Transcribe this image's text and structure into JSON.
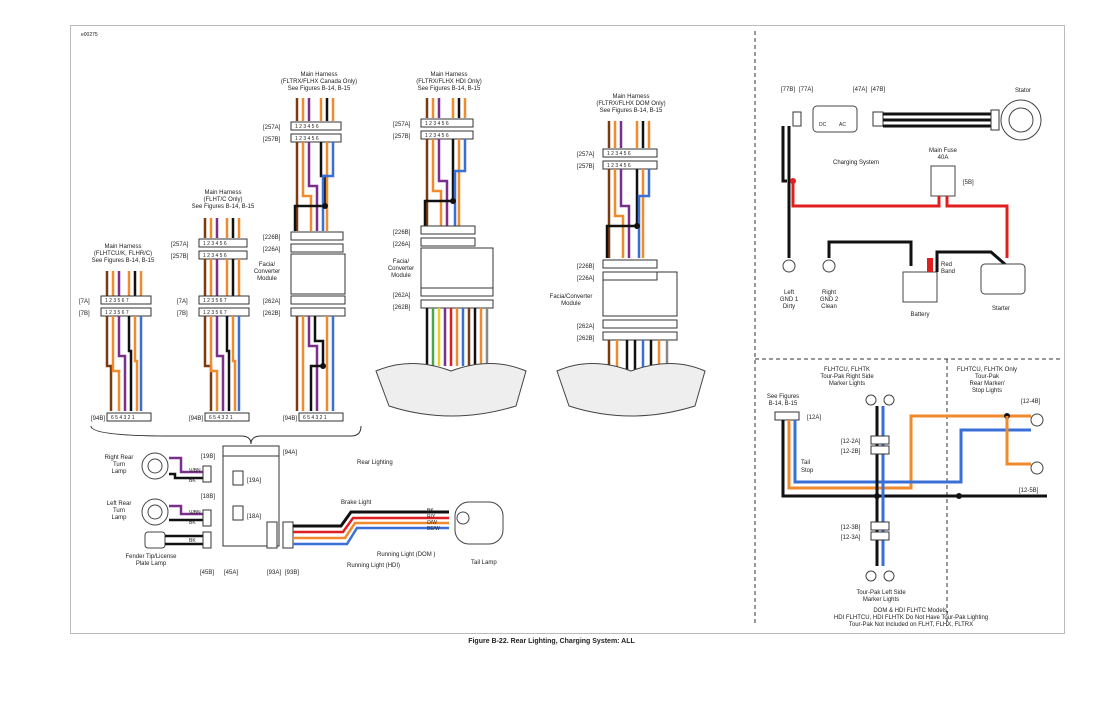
{
  "figure_id": "e00275",
  "caption": "Figure B-22. Rear Lighting, Charging System: ALL",
  "colors": {
    "black": "#111111",
    "orange": "#f08a2c",
    "brown": "#7a3b10",
    "violet": "#7a2f8a",
    "blue": "#3a6fd8",
    "red": "#e02020",
    "green": "#4aa84a",
    "yellow": "#e8d020",
    "white": "#ffffff",
    "gray": "#888888"
  },
  "harness_groups": [
    {
      "title_lines": [
        "Main Harness",
        "(FLHTCU/K, FLHR/C)",
        "See Figures B-14, B-15"
      ],
      "connectors": [
        "[7A]",
        "[7B]",
        "[94B]"
      ],
      "pins_top": "1 2 3   5 6 7",
      "pins_bottom": "6 5 4 3 2 1"
    },
    {
      "title_lines": [
        "Main Harness",
        "(FLHT/C Only)",
        "See Figures B-14, B-15"
      ],
      "connectors": [
        "[257A]",
        "[257B]",
        "[7A]",
        "[7B]",
        "[94B]"
      ],
      "pins_top": "1 2 3   4 5 6",
      "pins_bottom": "6 5 4 3 2 1"
    },
    {
      "title_lines": [
        "Main Harness",
        "(FLTRX/FLHX Canada Only)",
        "See Figures B-14, B-15"
      ],
      "connectors": [
        "[257A]",
        "[257B]",
        "[226B]",
        "[226A]",
        "[262A]",
        "[262B]",
        "[94B]"
      ],
      "pins_top": "1 2 3   4 5 6",
      "module": [
        "Facia/",
        "Converter",
        "Module"
      ],
      "pins_bottom": "6 5 4 3 2 1"
    },
    {
      "title_lines": [
        "Main Harness",
        "(FLTRX/FLHX HDI Only)",
        "See Figures B-14, B-15"
      ],
      "connectors": [
        "[257A]",
        "[257B]",
        "[226B]",
        "[226A]",
        "[262A]",
        "[262B]"
      ],
      "pins_top": "1 2 3   4 5 6",
      "module": [
        "Facia/",
        "Converter",
        "Module"
      ]
    },
    {
      "title_lines": [
        "Main Harness",
        "(FLTRX/FLHX DOM Only)",
        "See Figures B-14, B-15"
      ],
      "connectors": [
        "[257A]",
        "[257B]",
        "[226B]",
        "[226A]",
        "[262A]",
        "[262B]"
      ],
      "pins_top": "1 2 3   4 5 6",
      "module": [
        "Facia/Converter",
        "Module"
      ]
    }
  ],
  "rear_lighting": {
    "title": "Rear Lighting",
    "labels": {
      "right_turn": [
        "Right Rear",
        "Turn",
        "Lamp"
      ],
      "left_turn": [
        "Left Rear",
        "Turn",
        "Lamp"
      ],
      "fender_tip": [
        "Fender Tip/License",
        "Plate Lamp"
      ],
      "brake_light": "Brake Light",
      "running_dom": "Running Light (DOM )",
      "running_hdi": "Running Light (HDI)",
      "tail_lamp": "Tail Lamp"
    },
    "connectors": [
      "[19B]",
      "[19A]",
      "[18B]",
      "[18A]",
      "[94A]",
      "[45B]",
      "[45A]",
      "[93A]",
      "[93B]"
    ],
    "wire_labels": [
      "V/BN",
      "BK",
      "V/BN",
      "BK",
      "BK",
      "BK",
      "R/Y",
      "O/W",
      "BE/W"
    ]
  },
  "charging_system": {
    "title": "Charging System",
    "connectors": [
      "[77B]",
      "[77A]",
      "[47A]",
      "[47B]",
      "[5B]"
    ],
    "stator": "Stator",
    "main_fuse": [
      "Main Fuse",
      "40A"
    ],
    "left_gnd": [
      "Left",
      "GND 1",
      "Dirty"
    ],
    "right_gnd": [
      "Right",
      "GND 2",
      "Clean"
    ],
    "battery": "Battery",
    "red_band": [
      "Red",
      "Band"
    ],
    "starter": "Starter",
    "regulator_labels": [
      "DC",
      "AC"
    ]
  },
  "tourpak": {
    "section_title": [
      "FLHTCU, FLHTK",
      "Tour-Pak Right Side",
      "Marker Lights"
    ],
    "rear_section_title": [
      "FLHTCU, FLHTK Only",
      "Tour-Pak",
      "Rear Marker/",
      "Stop Lights"
    ],
    "see_figures": [
      "See Figures",
      "B-14, B-15"
    ],
    "connectors": [
      "[12A]",
      "[12-2A]",
      "[12-2B]",
      "[12-3B]",
      "[12-3A]",
      "[12-4B]",
      "[12-5B]"
    ],
    "labels": {
      "tail": "Tail",
      "stop": "Stop"
    },
    "left_side": [
      "Tour-Pak Left Side",
      "Marker Lights"
    ],
    "footnote": [
      "DOM & HDI FLHTC Models,",
      "HDI FLHTCU, HDI FLHTK Do Not Have Tour-Pak Lighting",
      "Tour-Pak Not Included on FLHT, FLHX, FLTRX"
    ]
  }
}
